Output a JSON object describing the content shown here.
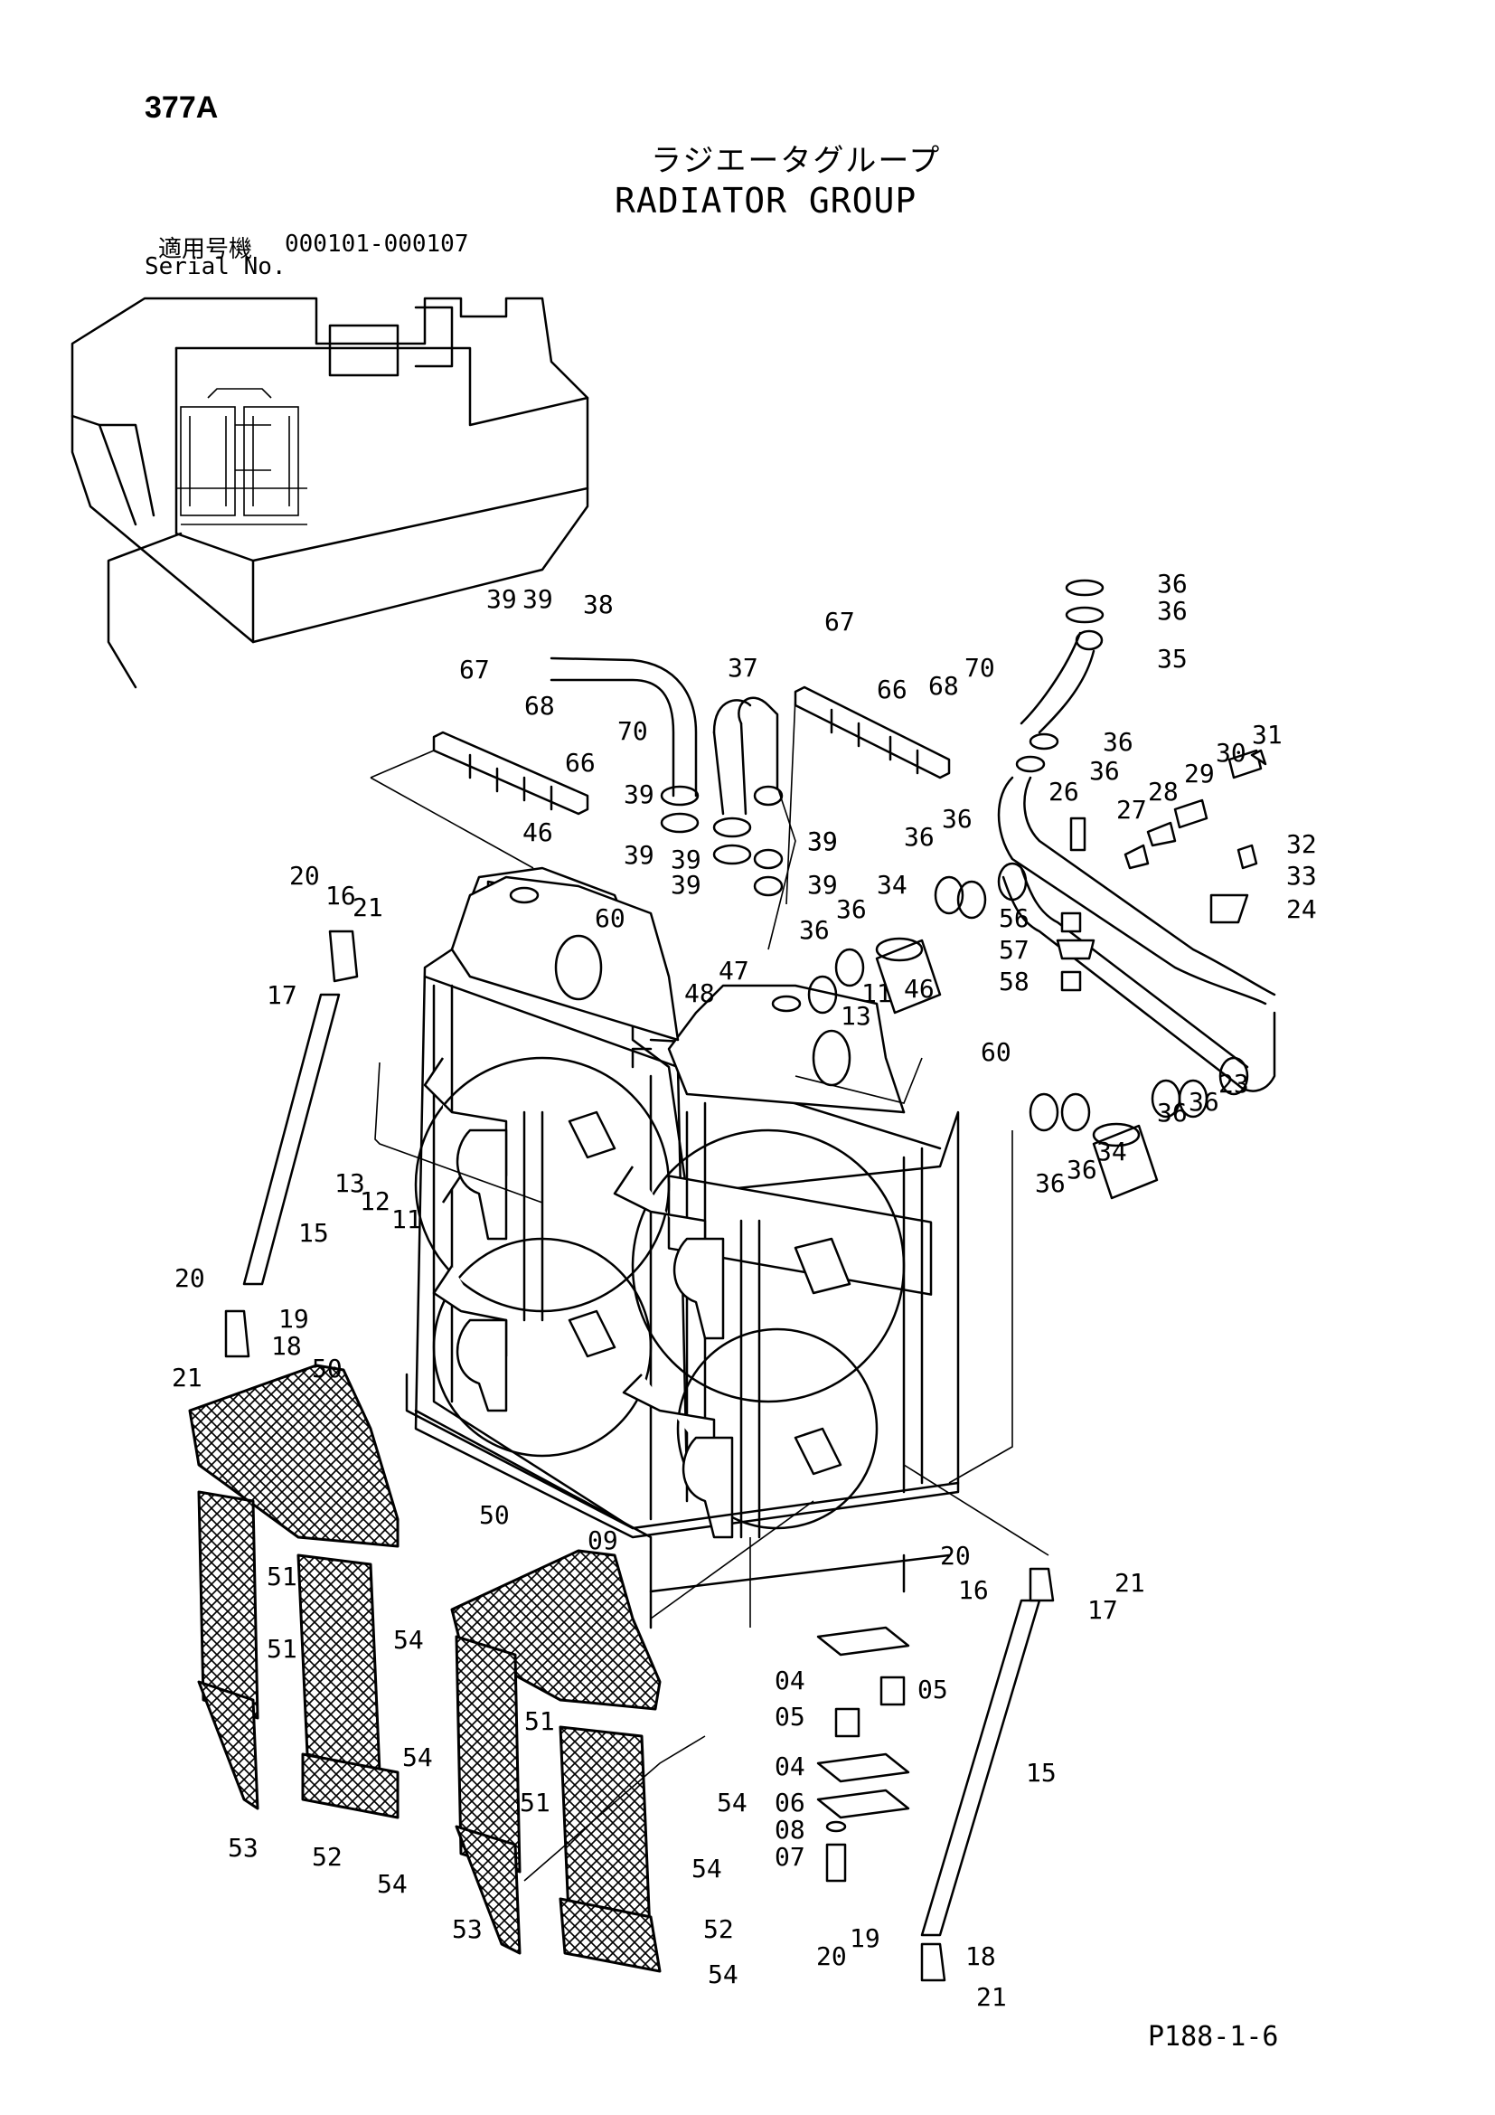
{
  "header": {
    "page_number": "377A",
    "title_jp": "ラジエータグループ",
    "title_en": "RADIATOR GROUP",
    "serial_label_jp": "適用号機",
    "serial_range": "000101-000107",
    "serial_label_en": "Serial No."
  },
  "footer": {
    "figure_ref": "P188-1-6"
  },
  "callouts": [
    "39",
    "39",
    "38",
    "37",
    "67",
    "68",
    "70",
    "66",
    "36",
    "36",
    "35",
    "36",
    "36",
    "67",
    "68",
    "70",
    "66",
    "39",
    "39",
    "39",
    "39",
    "39",
    "39",
    "39",
    "31",
    "30",
    "29",
    "28",
    "27",
    "26",
    "32",
    "33",
    "24",
    "46",
    "60",
    "48",
    "47",
    "34",
    "36",
    "36",
    "36",
    "36",
    "56",
    "57",
    "58",
    "20",
    "16",
    "21",
    "17",
    "13",
    "11",
    "46",
    "60",
    "13",
    "12",
    "11",
    "15",
    "36",
    "36",
    "34",
    "36",
    "36",
    "23",
    "20",
    "19",
    "18",
    "21",
    "50",
    "51",
    "51",
    "53",
    "52",
    "54",
    "54",
    "54",
    "50",
    "09",
    "51",
    "51",
    "53",
    "54",
    "54",
    "52",
    "54",
    "20",
    "16",
    "21",
    "17",
    "15",
    "04",
    "05",
    "05",
    "04",
    "06",
    "08",
    "07",
    "19",
    "20",
    "18",
    "21"
  ],
  "colors": {
    "ink": "#000000",
    "paper": "#ffffff"
  }
}
